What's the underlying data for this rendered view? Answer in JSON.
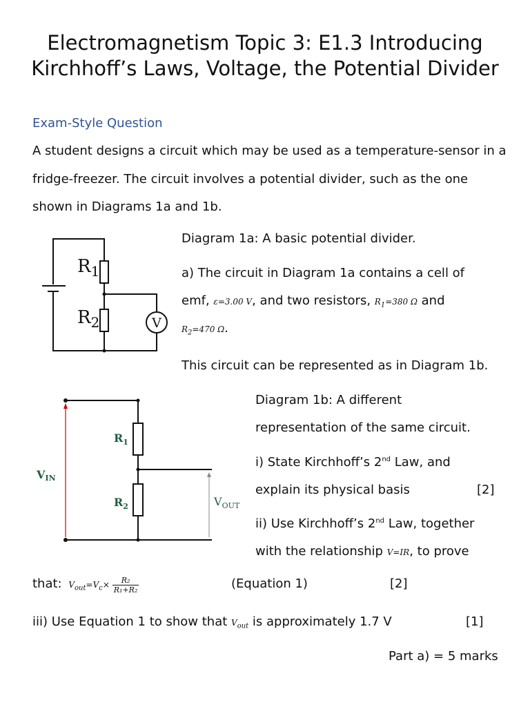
{
  "title": "Electromagnetism Topic 3: E1.3 Introducing Kirchhoff’s Laws, Voltage, the Potential Divider",
  "subheading": "Exam-Style Question",
  "intro": "A student designs a circuit which may be used as a temperature-sensor in a fridge-freezer. The circuit involves a potential divider, such as the one shown in Diagrams 1a and 1b.",
  "diagram1a": {
    "caption": "Diagram 1a: A basic potential divider.",
    "r1_label": "R",
    "r1_sub": "1",
    "r2_label": "R",
    "r2_sub": "2",
    "voltmeter_label": "V"
  },
  "part_a": {
    "line1": "a) The circuit in Diagram 1a contains a cell of",
    "emf_prefix": "emf, ",
    "emf_expr": "ε=3.00 V",
    "resistors_text": ", and two resistors, ",
    "r1_expr_a": "R",
    "r1_expr_sub": "1",
    "r1_expr_b": "=380 Ω",
    "and_text": " and",
    "r2_expr_a": "R",
    "r2_expr_sub": "2",
    "r2_expr_b": "=470 Ω",
    "period": "."
  },
  "represent_text": "This circuit can be represented as in Diagram 1b.",
  "diagram1b": {
    "caption_line1": "Diagram 1b: A different",
    "caption_line2": "representation of the same circuit.",
    "vin_label": "V",
    "vin_sub": "IN",
    "vout_label": "V",
    "vout_sub": "OUT",
    "r1_label": "R",
    "r1_sub": "1",
    "r2_label": "R",
    "r2_sub": "2"
  },
  "q_i": {
    "line1_pre": "i) State Kirchhoff’s 2",
    "line1_sup": "nd",
    "line1_post": " Law, and",
    "line2": "explain its physical basis",
    "marks": "[2]"
  },
  "q_ii": {
    "line1_pre": "ii) Use Kirchhoff’s 2",
    "line1_sup": "nd",
    "line1_post": " Law, together",
    "line2_pre": "with the relationship ",
    "line2_expr": "V=IR",
    "line2_post": ", to prove"
  },
  "equation": {
    "that": "that:",
    "lhs_v": "V",
    "lhs_sub": "out",
    "eq_v": "=V",
    "eq_sub": "c",
    "times": "×",
    "num": "R₂",
    "den": "R₁+R₂",
    "label": "(Equation 1)",
    "marks": "[2]"
  },
  "q_iii": {
    "pre": "iii) Use Equation 1 to show that ",
    "expr_v": "V",
    "expr_sub": "out",
    "post": " is approximately 1.7 V",
    "marks": "[1]"
  },
  "part_total": "Part a) = 5 marks",
  "colors": {
    "subheading": "#2f5496",
    "vin_arrow": "#cc0000",
    "label_green": "#1f5f3f"
  }
}
